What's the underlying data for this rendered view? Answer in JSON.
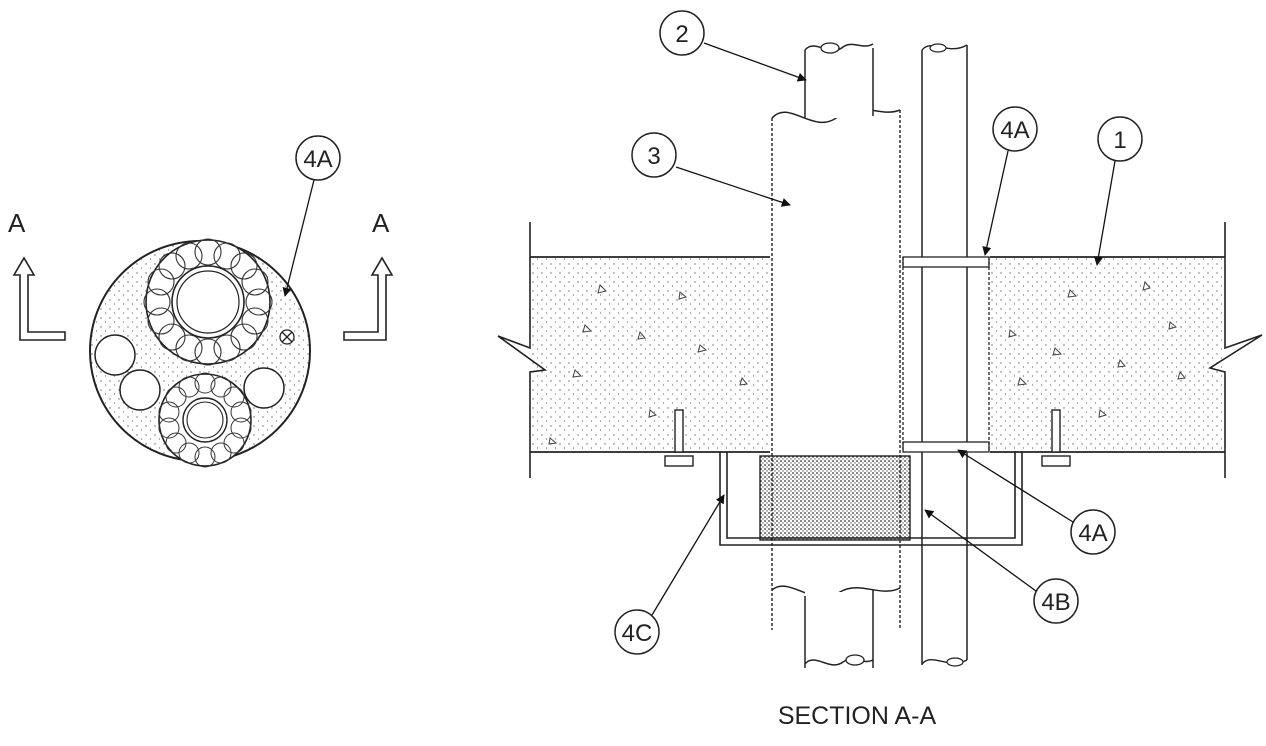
{
  "section_marker_left": "A",
  "section_marker_right": "A",
  "callouts": {
    "plan_4a": "4A",
    "c1": "1",
    "c2": "2",
    "c3": "3",
    "top_4a": "4A",
    "bottom_4a": "4A",
    "c4b": "4B",
    "c4c": "4C"
  },
  "caption": "SECTION A-A"
}
